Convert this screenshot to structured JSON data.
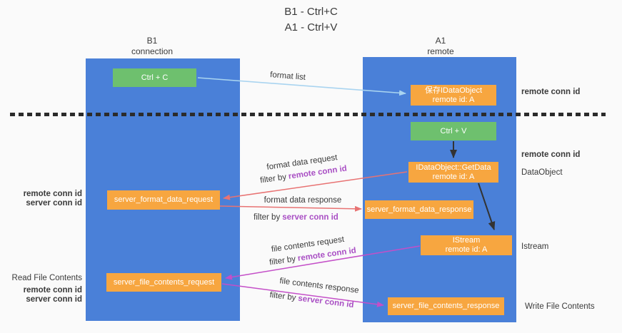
{
  "title": {
    "line1": "B1 - Ctrl+C",
    "line2": "A1 - Ctrl+V"
  },
  "columns": {
    "left": {
      "name": "B1",
      "role": "connection"
    },
    "right": {
      "name": "A1",
      "role": "remote"
    }
  },
  "boxes": {
    "ctrl_c": "Ctrl + C",
    "ctrl_v": "Ctrl + V",
    "save_dataobject": {
      "line1": "保存IDataObject",
      "line2": "remote id: A"
    },
    "getdata": {
      "line1": "IDataObject::GetData",
      "line2": "remote id: A"
    },
    "istream": {
      "line1": "IStream",
      "line2": "remote id: A"
    },
    "server_format_data_request": "server_format_data_request",
    "server_format_data_response": "server_format_data_response",
    "server_file_contents_request": "server_file_contents_request",
    "server_file_contents_response": "server_file_contents_response"
  },
  "arrow_labels": {
    "format_list": "format list",
    "format_data_request": "format data request",
    "format_data_response": "format data response",
    "file_contents_request": "file contents request",
    "file_contents_response": "file contents response",
    "filter_prefix": "filter by",
    "remote_conn_id": "remote conn id",
    "server_conn_id": "server conn id"
  },
  "side_labels": {
    "remote_conn_id": "remote conn id",
    "server_conn_id": "server conn id",
    "dataobject": "DataObject",
    "istream": "Istream",
    "read_file_contents": "Read File Contents",
    "write_file_contents": "Write File Contents"
  },
  "colors": {
    "column_blue": "#4a80d8",
    "box_orange": "#f7a640",
    "box_green": "#6ec06e",
    "arrow_red": "#e87373",
    "arrow_magenta": "#c44fc8",
    "arrow_light_blue": "#a9d4f0",
    "arrow_black": "#333333",
    "label_purple": "#a94fc4",
    "label_green": "#54b154"
  }
}
